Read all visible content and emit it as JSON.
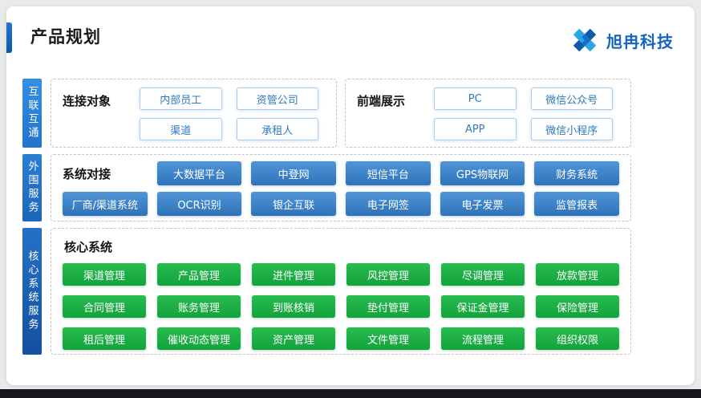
{
  "meta": {
    "slide_title": "产品规划",
    "brand_name": "旭冉科技"
  },
  "sidebar": {
    "items": [
      "互联互通",
      "外围服务",
      "核心系统服务"
    ]
  },
  "sections": {
    "connect": {
      "title": "连接对象",
      "items": [
        "内部员工",
        "资管公司",
        "渠道",
        "承租人"
      ]
    },
    "frontend": {
      "title": "前端展示",
      "items": [
        "PC",
        "微信公众号",
        "APP",
        "微信小程序"
      ]
    },
    "integration": {
      "title": "系统对接",
      "items": [
        "大数据平台",
        "中登网",
        "短信平台",
        "GPS物联网",
        "财务系统",
        "厂商/渠道系统",
        "OCR识别",
        "银企互联",
        "电子网签",
        "电子发票",
        "监管报表"
      ]
    },
    "core": {
      "title": "核心系统",
      "items": [
        "渠道管理",
        "产品管理",
        "进件管理",
        "风控管理",
        "尽调管理",
        "放款管理",
        "合同管理",
        "账务管理",
        "到账核销",
        "垫付管理",
        "保证金管理",
        "保险管理",
        "租后管理",
        "催收动态管理",
        "资产管理",
        "文件管理",
        "流程管理",
        "组织权限"
      ]
    }
  },
  "colors": {
    "brand_blue": "#1464c0",
    "module_blue": "#3a80c6",
    "module_green": "#1fae47",
    "sidebar_blue": "#2471c7",
    "outline_button_blue": "#2e7ac0"
  }
}
